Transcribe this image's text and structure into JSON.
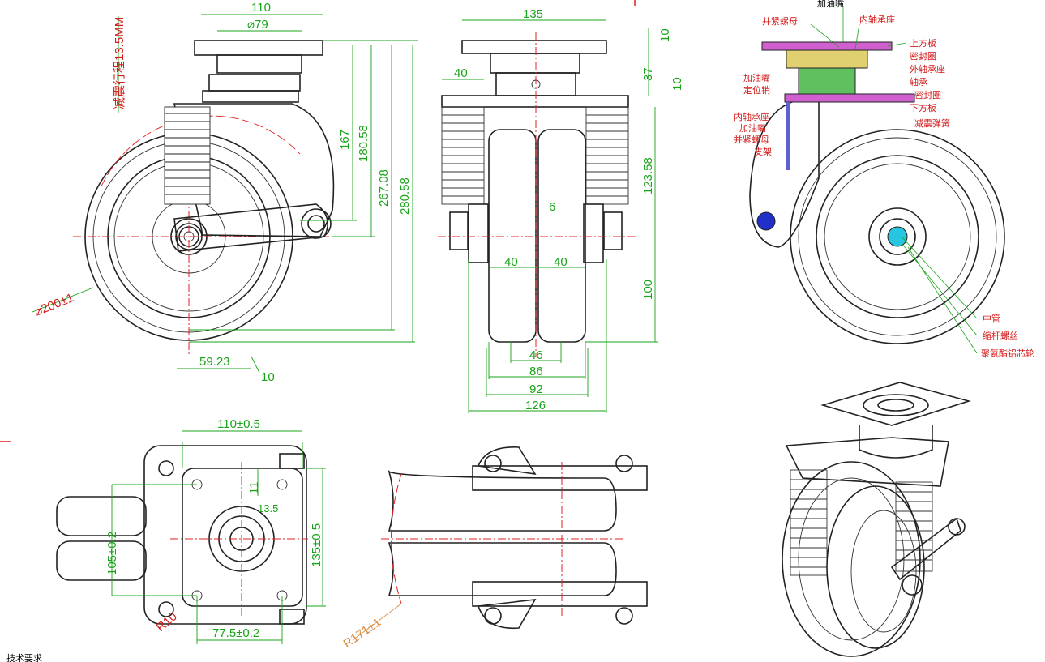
{
  "drawing": {
    "side_view": {
      "dims": {
        "top_width": "110",
        "flange_dia": "⌀79",
        "stroke_note": "减震行程13.5MM",
        "h167": "167",
        "h180": "180.58",
        "h267": "267.08",
        "h280": "280.58",
        "offset": "59.23",
        "small10": "10",
        "wheel_dia": "⌀200±1"
      }
    },
    "front_view": {
      "dims": {
        "top_width": "135",
        "d10a": "10",
        "d37": "37",
        "d10b": "10",
        "d40": "40",
        "h123": "123.58",
        "gap6": "6",
        "w40a": "40",
        "w40b": "40",
        "h100": "100",
        "w46": "46",
        "w86": "86",
        "w92": "92",
        "w126": "126"
      }
    },
    "section_view": {
      "labels": {
        "oil_nipple_top": "加油嘴",
        "lock_nut_top": "并紧螺母",
        "inner_seat_top": "内轴承座",
        "upper_plate": "上方板",
        "seal_top": "密封圈",
        "outer_seat": "外轴承座",
        "oil_nipple_mid": "加油嘴",
        "locating_pin": "定位销",
        "bearing": "轴承",
        "seal_low": "密封圈",
        "lower_plate": "下方板",
        "inner_seat_low": "内轴承座",
        "oil_nipple_low": "加油嘴",
        "lock_nut_low": "并紧螺母",
        "bracket": "支架",
        "spring": "减震弹簧",
        "center_tube": "中管",
        "tension_bolt": "缩杆螺丝",
        "wheel": "聚氨酯铝芯轮"
      }
    },
    "top_view": {
      "dims": {
        "w110": "110±0.5",
        "h105": "105±0.2",
        "d11": "11",
        "d13": "13.5",
        "h135": "135±0.5",
        "w77": "77.5±0.2",
        "r10": "R10"
      }
    },
    "bottom_mid_view": {
      "dims": {
        "swivel_r": "R171±1"
      }
    },
    "footer": {
      "note": "技术要求"
    }
  }
}
